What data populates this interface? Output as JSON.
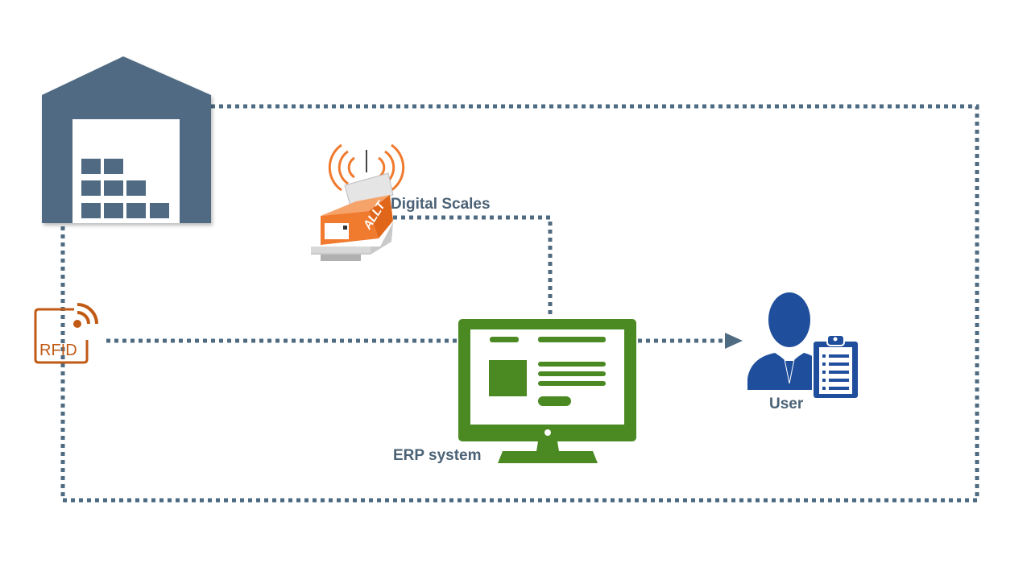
{
  "labels": {
    "digital_scales": "Digital Scales",
    "rfid": "RFID",
    "erp_system": "ERP system",
    "user": "User",
    "scale_brand": "ALLT"
  },
  "colors": {
    "warehouse": "#4f6b82",
    "connector": "#4f6b82",
    "rfid": "#c05a14",
    "scale_body": "#f07a2e",
    "erp_monitor": "#4b8a23",
    "user": "#1f4e9c",
    "label_text": "#4b6276"
  },
  "icons": {
    "warehouse": "warehouse-icon",
    "rfid": "rfid-icon",
    "scale": "digital-scale-icon",
    "erp": "monitor-icon",
    "user": "user-with-clipboard-icon"
  }
}
